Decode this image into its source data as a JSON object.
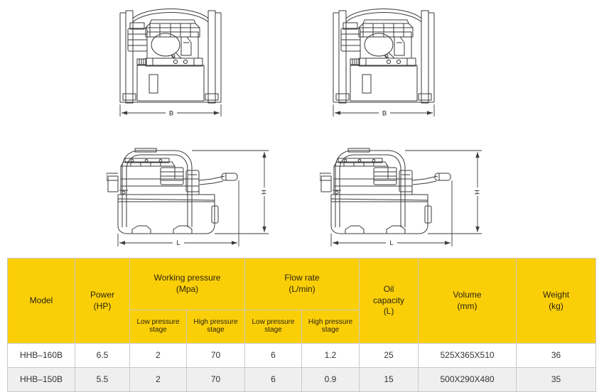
{
  "drawings": {
    "front_view_left": {
      "name": "front-elevation-view",
      "dimension_label": "B"
    },
    "front_view_right": {
      "name": "front-elevation-view",
      "dimension_label": "B"
    },
    "side_view_left": {
      "name": "side-elevation-view",
      "dimension_label_length": "L",
      "dimension_label_height": "H"
    },
    "side_view_right": {
      "name": "side-elevation-view",
      "dimension_label_length": "L",
      "dimension_label_height": "H"
    }
  },
  "colors": {
    "header_yellow": "#fbcf08",
    "row_alt_gray": "#efefef",
    "border_gray": "#c9c9c9",
    "drawing_line": "#3a3a3a"
  },
  "table": {
    "headers": {
      "model": "Model",
      "power": "Power",
      "power_unit": "(HP)",
      "working_pressure": "Working pressure",
      "working_pressure_unit": "(Mpa)",
      "flow_rate": "Flow rate",
      "flow_rate_unit": "(L/min)",
      "oil_capacity_1": "Oil",
      "oil_capacity_2": "capacity",
      "oil_capacity_unit": "(L)",
      "volume": "Volume",
      "volume_unit": "(mm)",
      "weight": "Weight",
      "weight_unit": "(kg)"
    },
    "subheaders": {
      "wp_low": "Low pressure stage",
      "wp_high": "High pressure stage",
      "fr_low": "Low pressure stage",
      "fr_high": "High pressure stage"
    },
    "rows": [
      {
        "model": "HHB–160B",
        "power": "6.5",
        "wp_low": "2",
        "wp_high": "70",
        "fr_low": "6",
        "fr_high": "1.2",
        "oil_capacity": "25",
        "volume": "525X365X510",
        "weight": "36"
      },
      {
        "model": "HHB–150B",
        "power": "5.5",
        "wp_low": "2",
        "wp_high": "70",
        "fr_low": "6",
        "fr_high": "0.9",
        "oil_capacity": "15",
        "volume": "500X290X480",
        "weight": "35"
      }
    ]
  }
}
